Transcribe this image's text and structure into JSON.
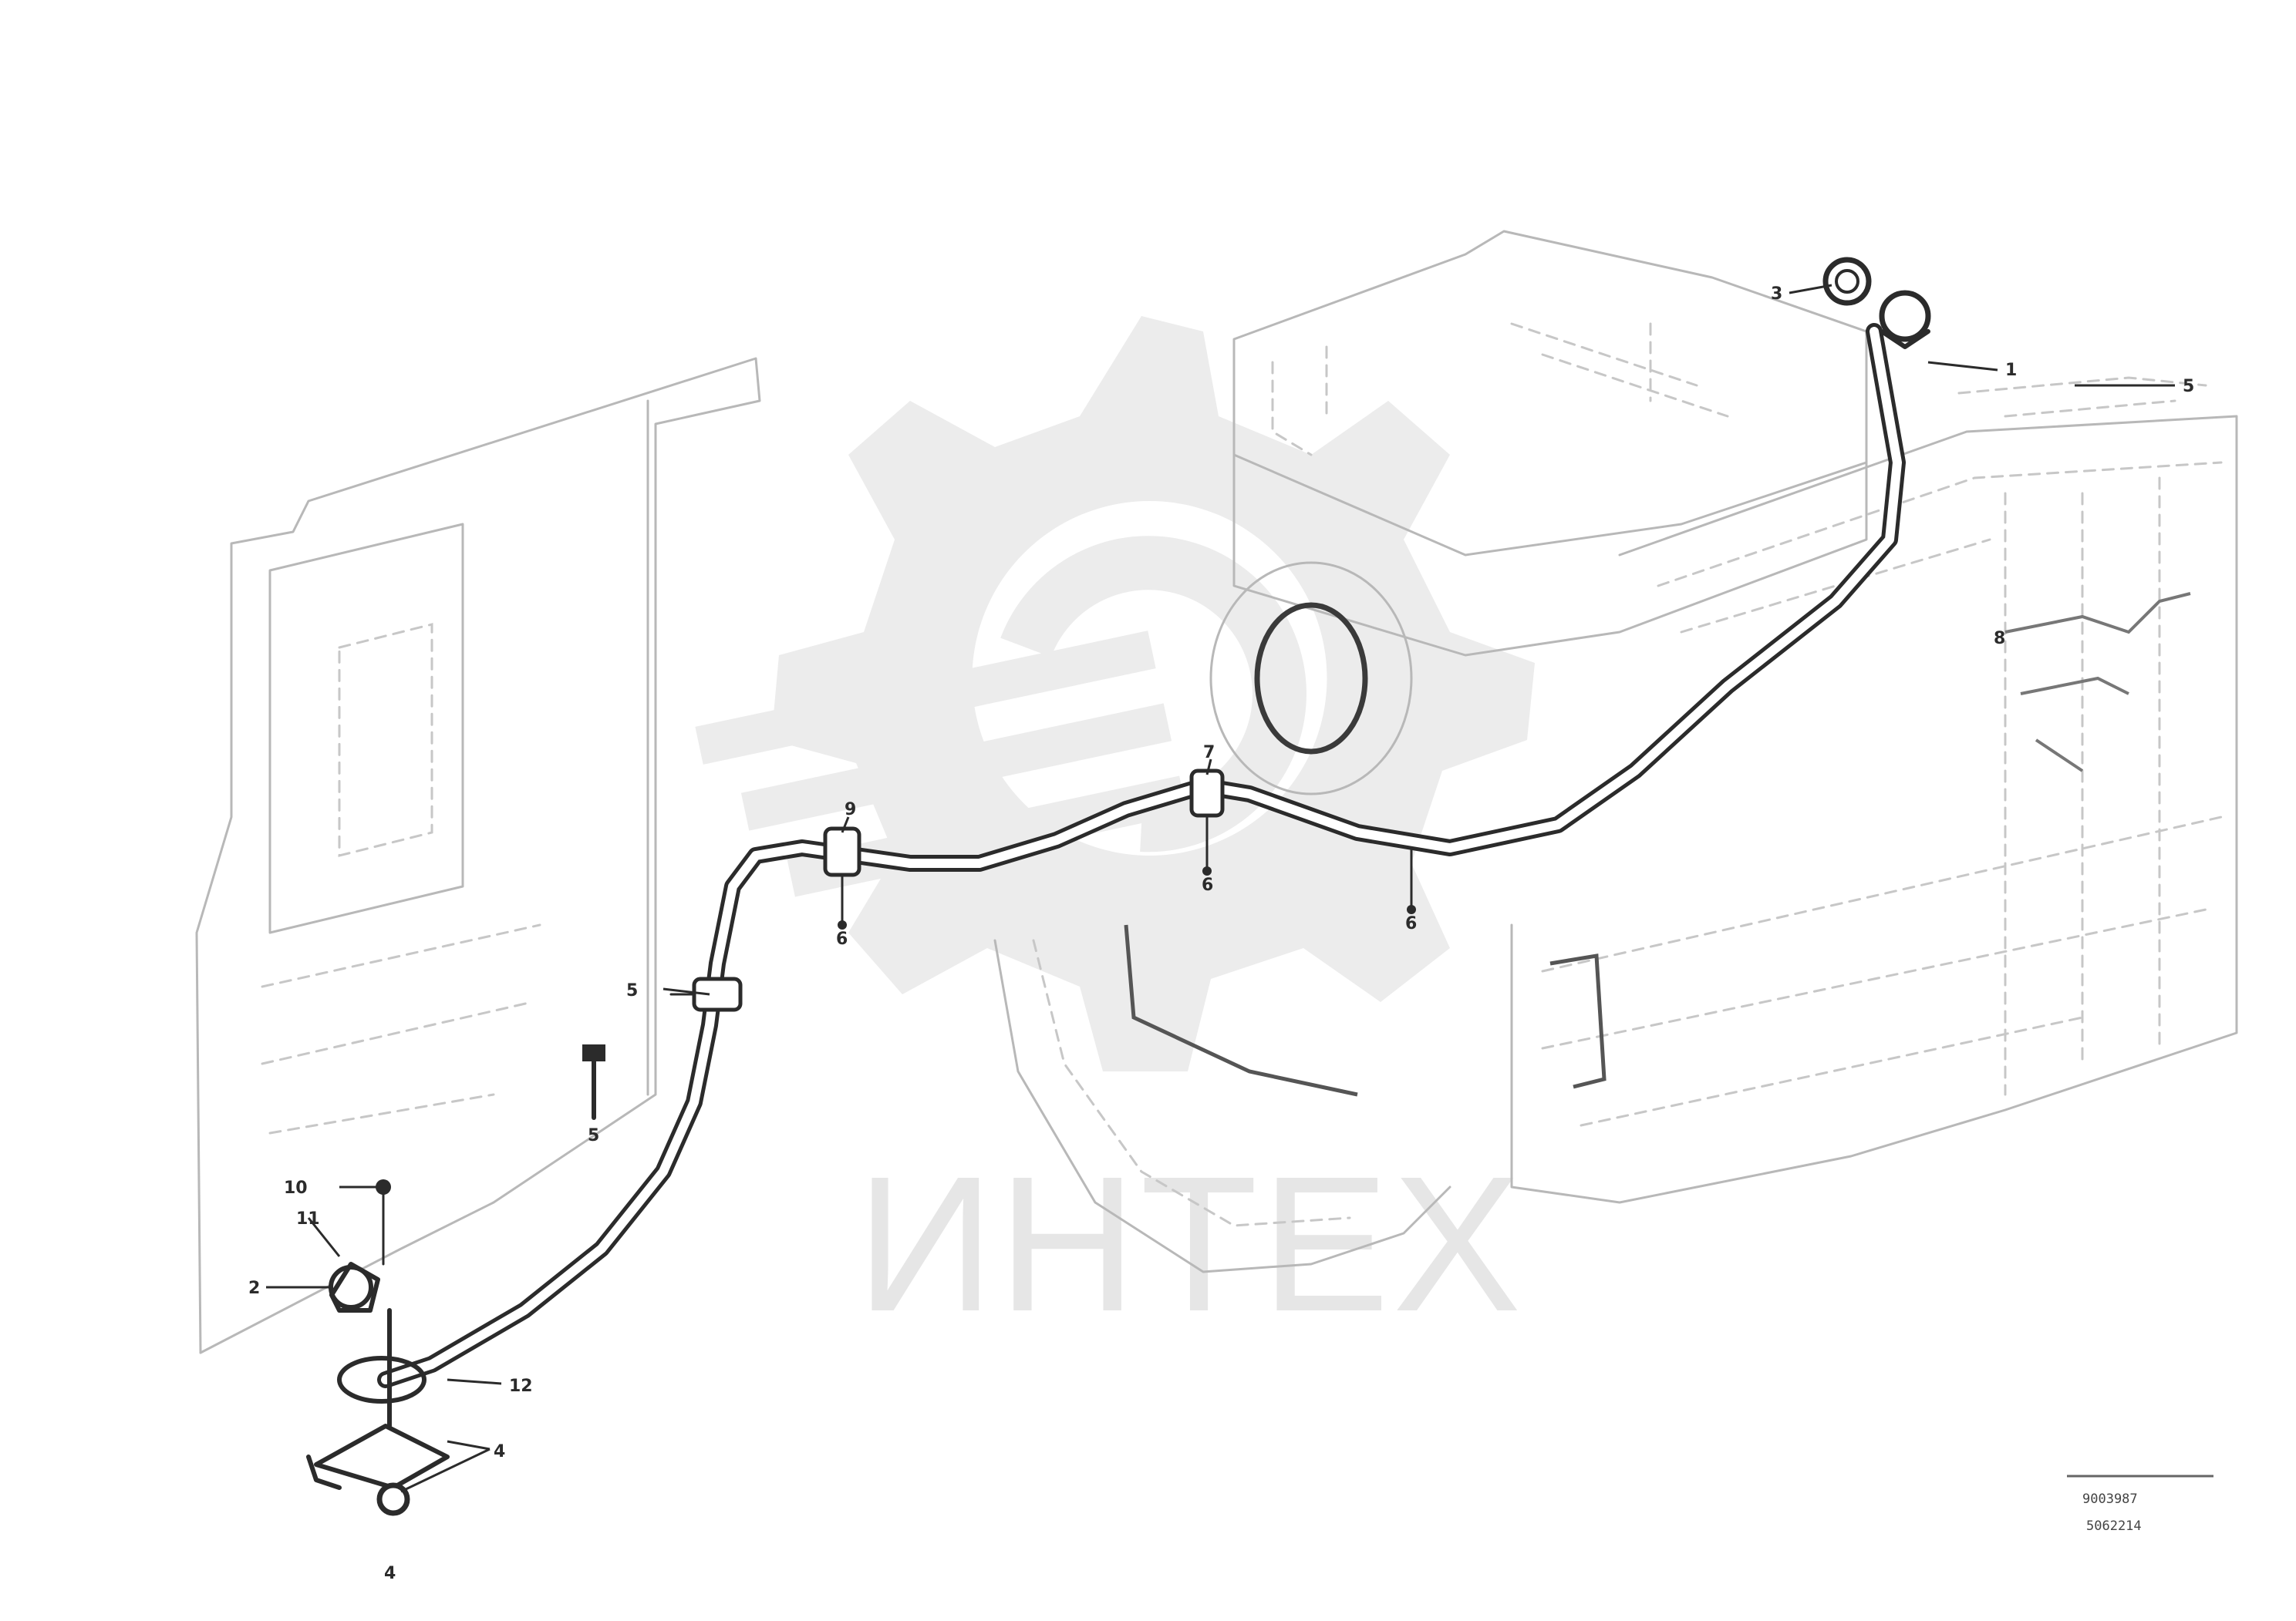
{
  "watermark": {
    "text": "ИНТЕХ",
    "color": "#e6e6e6"
  },
  "diagram_code": {
    "line1": "9003987",
    "line2": "5062214"
  },
  "callouts": [
    {
      "id": "c1",
      "label": "3"
    },
    {
      "id": "c2",
      "label": "1"
    },
    {
      "id": "c3",
      "label": "5"
    },
    {
      "id": "c4",
      "label": "8"
    },
    {
      "id": "c5",
      "label": "9"
    },
    {
      "id": "c6",
      "label": "7"
    },
    {
      "id": "c7",
      "label": "6"
    },
    {
      "id": "c8",
      "label": "6"
    },
    {
      "id": "c9",
      "label": "6"
    },
    {
      "id": "c10",
      "label": "5"
    },
    {
      "id": "c11",
      "label": "5"
    },
    {
      "id": "c12",
      "label": "10"
    },
    {
      "id": "c13",
      "label": "11"
    },
    {
      "id": "c14",
      "label": "2"
    },
    {
      "id": "c15",
      "label": "12"
    },
    {
      "id": "c16",
      "label": "4"
    },
    {
      "id": "c17",
      "label": "4"
    },
    {
      "id": "c18",
      "label": "4"
    }
  ]
}
